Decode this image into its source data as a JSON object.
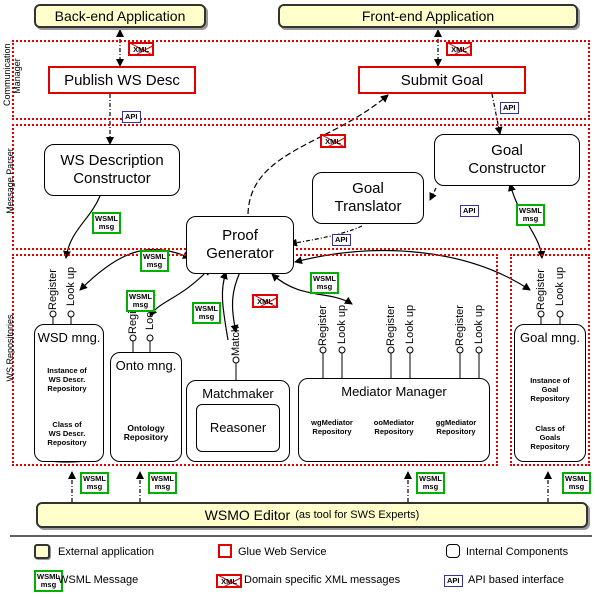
{
  "external_apps": {
    "backend": "Back-end Application",
    "frontend": "Front-end Application",
    "editor_main": "WSMO Editor",
    "editor_sub": "(as tool for SWS Experts)"
  },
  "layers": {
    "communication": "Communication\nManager",
    "parser": "Message Parser",
    "repositories": "WS Repositories"
  },
  "glue_services": {
    "publish": "Publish WS Desc",
    "submit": "Submit Goal"
  },
  "components": {
    "ws_desc_constructor": "WS Description\nConstructor",
    "goal_constructor": "Goal\nConstructor",
    "goal_translator": "Goal\nTranslator",
    "proof_generator": "Proof\nGenerator",
    "wsd_mng": "WSD mng.",
    "onto_mng": "Onto mng.",
    "matchmaker": "Matchmaker",
    "reasoner": "Reasoner",
    "mediator_manager": "Mediator Manager",
    "goal_mng": "Goal mng."
  },
  "repositories": {
    "instance_wsd": "Instance of\nWS Descr.\nRepository",
    "class_wsd": "Class of\nWS Descr.\nRepository",
    "ontology": "Ontology\nRepository",
    "wg_mediator": "wgMediator\nRepository",
    "oo_mediator": "ooMediator\nRepository",
    "gg_mediator": "ggMediator\nRepository",
    "instance_goal": "Instance of\nGoal\nRepository",
    "class_goal": "Class of\nGoals\nRepository"
  },
  "interfaces": {
    "register": "Register",
    "lookup": "Look up",
    "match": "Match"
  },
  "badges": {
    "wsml_line1": "WSML",
    "wsml_line2": "msg",
    "xml": "XML",
    "api": "API"
  },
  "legend": {
    "external_app": "External application",
    "glue_ws": "Glue Web Service",
    "internal": "Internal Components",
    "wsml_message": "WSML Message",
    "xml_messages": "Domain specific XML messages",
    "api_interface": "API based interface"
  },
  "colors": {
    "glue_red": "#e00000",
    "wsml_green": "#00b000",
    "api_blue": "#333399",
    "external_fill": "#ffffcc"
  }
}
